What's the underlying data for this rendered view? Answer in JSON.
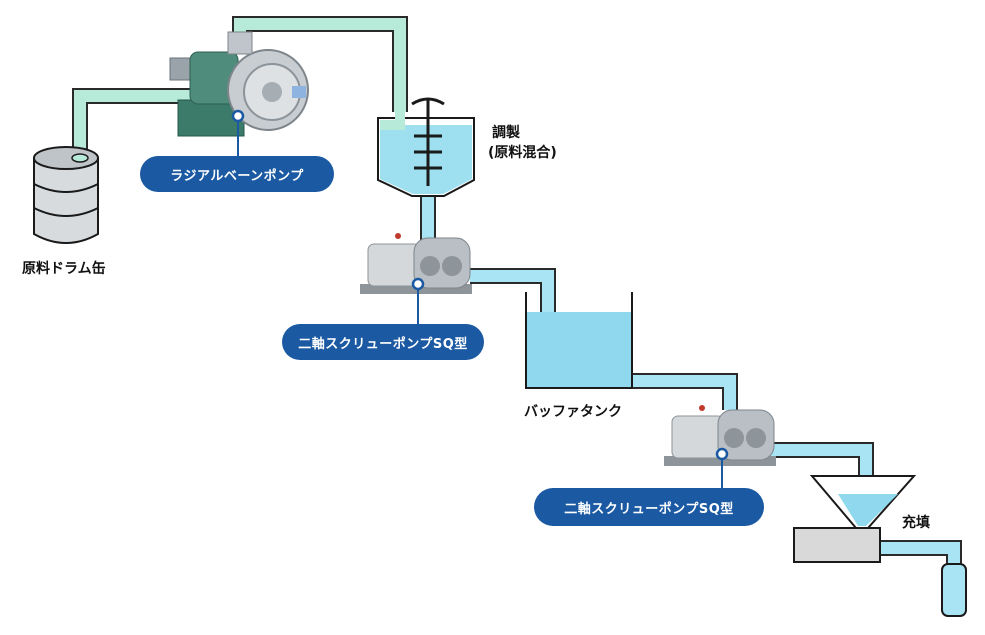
{
  "labels": {
    "drum": "原料ドラム缶",
    "prep": "調製",
    "prep_sub": "(原料混合)",
    "buffer_tank": "バッファタンク",
    "filling": "充填"
  },
  "callouts": {
    "radial_vane_pump": "ラジアルベーンポンプ",
    "twin_screw_pump_1": "二軸スクリューポンプSQ型",
    "twin_screw_pump_2": "二軸スクリューポンプSQ型"
  },
  "colors": {
    "pipe_upper": "#b8ead9",
    "pipe_lower": "#a9e4f4",
    "pipe_outline": "#2a2a2a",
    "liquid": "#7fd4ee",
    "callout_bg": "#1b5aa3",
    "callout_dot": "#1b5aa3"
  }
}
